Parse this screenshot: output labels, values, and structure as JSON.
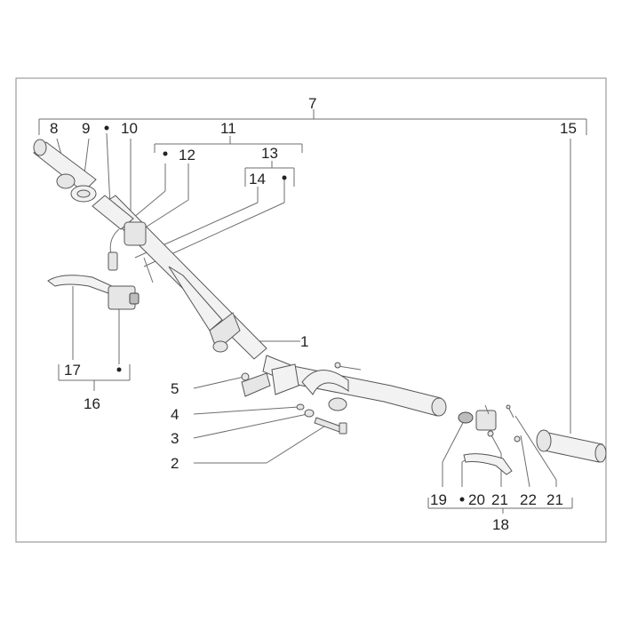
{
  "labels": {
    "l1": "1",
    "l2": "2",
    "l3": "3",
    "l4": "4",
    "l5": "5",
    "l7": "7",
    "l8": "8",
    "l9": "9",
    "l10": "10",
    "l11": "11",
    "l12": "12",
    "l13": "13",
    "l14": "14",
    "l15": "15",
    "l16": "16",
    "l17": "17",
    "l18": "18",
    "l19": "19",
    "l20": "20",
    "l21a": "21",
    "l21b": "21",
    "l22": "22"
  },
  "colors": {
    "line": "#6e6e6e",
    "part_fill": "#f2f2f2",
    "frame": "#888888"
  }
}
